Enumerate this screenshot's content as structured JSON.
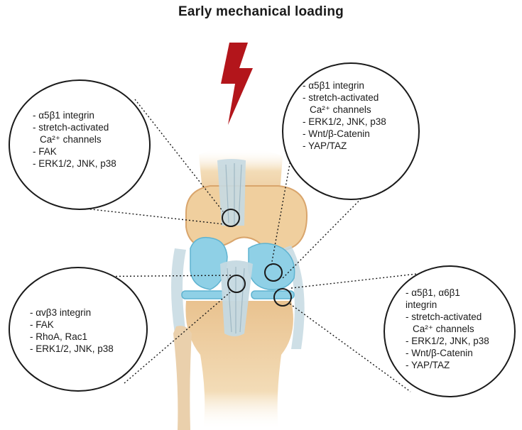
{
  "title": "Early mechanical loading",
  "callouts": {
    "upper_left": {
      "items": [
        "α5β1 integrin",
        "stretch-activated",
        "Ca²⁺ channels",
        "FAK",
        "ERK1/2, JNK, p38"
      ]
    },
    "upper_right": {
      "items": [
        "α5β1 integrin",
        "stretch-activated",
        "Ca²⁺ channels",
        "ERK1/2, JNK, p38",
        "Wnt/β-Catenin",
        "YAP/TAZ"
      ]
    },
    "lower_left": {
      "items": [
        "αvβ3 integrin",
        "FAK",
        "RhoA, Rac1",
        "ERK1/2, JNK, p38"
      ]
    },
    "lower_right": {
      "items": [
        "α5β1, α6β1",
        "integrin",
        "stretch-activated",
        "Ca²⁺ channels",
        "ERK1/2, JNK, p38",
        "Wnt/β-Catenin",
        "YAP/TAZ"
      ]
    }
  },
  "icons": {
    "force": "lightning-bolt-icon",
    "anatomy": "knee-joint-illustration"
  },
  "colors": {
    "bone": "#f0d2a4",
    "bone_shadow": "#d9a56c",
    "cartilage": "#8fd0e6",
    "ligament": "#c5d9e2",
    "bolt": "#b3151b",
    "outline": "#1a1a1a"
  }
}
